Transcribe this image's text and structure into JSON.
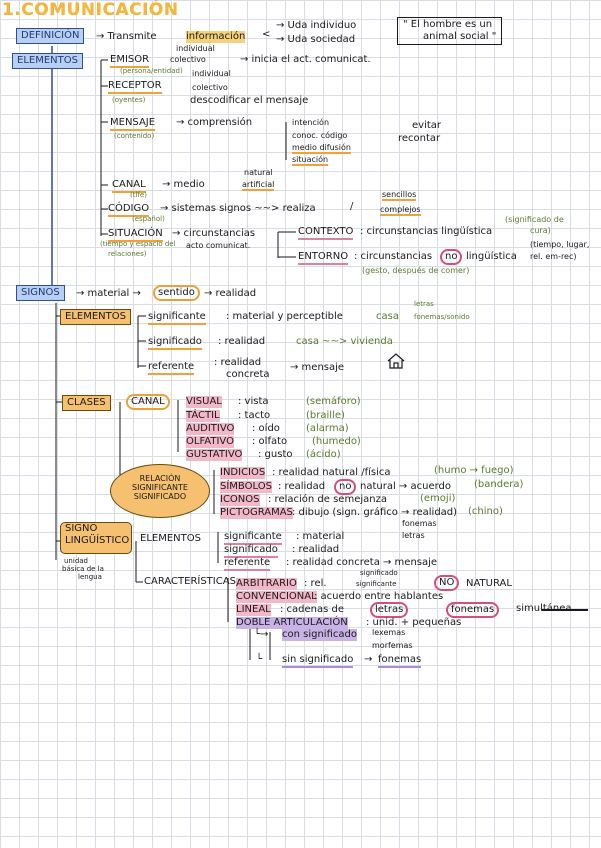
{
  "title": "1.COMUNICACIÓN",
  "definicion": {
    "label": "DEFINICIÓN",
    "transmite": "→ Transmite",
    "informacion": "información",
    "arrow": "<",
    "uda_individuo": "→ Uda individuo",
    "uda_sociedad": "→ Uda sociedad",
    "quote_line1": "\" El hombre es un",
    "quote_line2": "animal social \""
  },
  "elementos": {
    "label": "ELEMENTOS",
    "emisor": {
      "label": "EMISOR",
      "individual": "individual",
      "colectivo": "colectivo",
      "inicia": "→ inicia el act. comunicat.",
      "note": "(persona/entidad)"
    },
    "receptor": {
      "label": "RECEPTOR",
      "individual": "individual",
      "colectivo": "colectivo",
      "descodificar": "descodificar el mensaje",
      "note": "(oyentes)"
    },
    "mensaje": {
      "label": "MENSAJE",
      "comprension": "→ comprensión",
      "note": "(contenido)",
      "items": [
        "intención",
        "conoc. código",
        "medio difusión",
        "situación"
      ],
      "evitar": "evitar",
      "recontar": "recontar"
    },
    "canal": {
      "label": "CANAL",
      "medio": "→ medio",
      "natural": "natural",
      "artificial": "artificial",
      "note": "(tlfe)"
    },
    "codigo": {
      "label": "CÓDIGO",
      "sistemas": "→ sistemas signos ~~> realiza",
      "sencillos": "sencillos",
      "complejos": "complejos",
      "note": "(español)"
    },
    "situacion": {
      "label": "SITUACIÓN",
      "circunstancias": "→ circunstancias",
      "note1": "(tiempo y espacio del",
      "note2": "acto comunicat.",
      "note3": "relaciones)",
      "contexto": "CONTEXTO",
      "contexto_def": ": circunstancias lingüística",
      "contexto_note1": "(significado de",
      "contexto_note2": "cura)",
      "entorno": "ENTORNO",
      "entorno_def_pre": ": circunstancias",
      "entorno_no": "no",
      "entorno_def_post": "lingüística",
      "entorno_note1": "(tiempo, lugar,",
      "entorno_note2": "rel. em-rec)",
      "entorno_note3": "(gesto, después de comer)"
    }
  },
  "signos": {
    "label": "SIGNOS",
    "chain_pre": "→ material →",
    "sentido": "sentido",
    "chain_post": "→ realidad",
    "elementos": {
      "label": "ELEMENTOS",
      "significante": "significante",
      "significante_def": ": material y perceptible",
      "casa": "casa",
      "letras": "letras",
      "fonemas": "fonemas/sonido",
      "significado": "significado",
      "significado_def": ": realidad",
      "vivienda": "casa ~~> vivienda",
      "referente": "referente",
      "referente_def1": ": realidad",
      "referente_def2": "concreta",
      "mensaje": "→ mensaje"
    },
    "clases": {
      "label": "CLASES",
      "canal": "CANAL",
      "senses": [
        {
          "name": "VISUAL",
          "def": ": vista",
          "ex": "(semáforo)"
        },
        {
          "name": "TÁCTIL",
          "def": ": tacto",
          "ex": "(braille)"
        },
        {
          "name": "AUDITIVO",
          "def": ": oído",
          "ex": "(alarma)"
        },
        {
          "name": "OLFATIVO",
          "def": ": olfato",
          "ex": "(humedo)"
        },
        {
          "name": "GUSTATIVO",
          "def": ": gusto",
          "ex": "(ácido)"
        }
      ],
      "relacion1": "RELACIÓN",
      "relacion2": "SIGNIFICANTE",
      "relacion3": "SIGNIFICADO",
      "indicios": "INDICIOS",
      "indicios_def": ": realidad natural /física",
      "indicios_ex": "(humo → fuego)",
      "simbolos": "SÍMBOLOS",
      "simbolos_def_pre": ": realidad",
      "simbolos_no": "no",
      "simbolos_def_post": "natural → acuerdo",
      "simbolos_ex": "(bandera)",
      "iconos": "ICONOS",
      "iconos_def": ": relación de semejanza",
      "iconos_ex": "(emoji)",
      "pictogramas": "PICTOGRAMAS",
      "pictogramas_def": ": dibujo (sign. gráfico → realidad)",
      "pictogramas_ex": "(chino)"
    },
    "linguistico": {
      "label1": "SIGNO",
      "label2": "LINGÜÍSTICO",
      "note1": "unidad",
      "note2": "básica de la",
      "note3": "lengua",
      "elementos": "ELEMENTOS",
      "significante": "significante",
      "significante_def": ": material",
      "fonemas": "fonemas",
      "letras": "letras",
      "significado": "significado",
      "significado_def": ": realidad",
      "referente": "referente",
      "referente_def": ": realidad concreta → mensaje",
      "caracteristicas": "CARACTERÍSTICAS",
      "arbitrario": "ARBITRARIO",
      "arbitrario_def": ": rel.",
      "significado_small": "significado",
      "significante_small": "significante",
      "no": "NO",
      "natural": "NATURAL",
      "convencional": "CONVENCIONAL",
      "convencional_def": ": acuerdo entre hablantes",
      "lineal": "LINEAL",
      "lineal_def": ": cadenas de",
      "letras2": "letras",
      "fonemas2": "fonemas",
      "simultanea": "simultánea",
      "doble": "DOBLE ARTICULACIÓN",
      "doble_def": ": unid. + pequeñas",
      "con_sig": "con significado",
      "con_items": [
        "lexemas",
        "morfemas"
      ],
      "sin_sig": "sin significado",
      "sin_item": "fonemas"
    }
  }
}
